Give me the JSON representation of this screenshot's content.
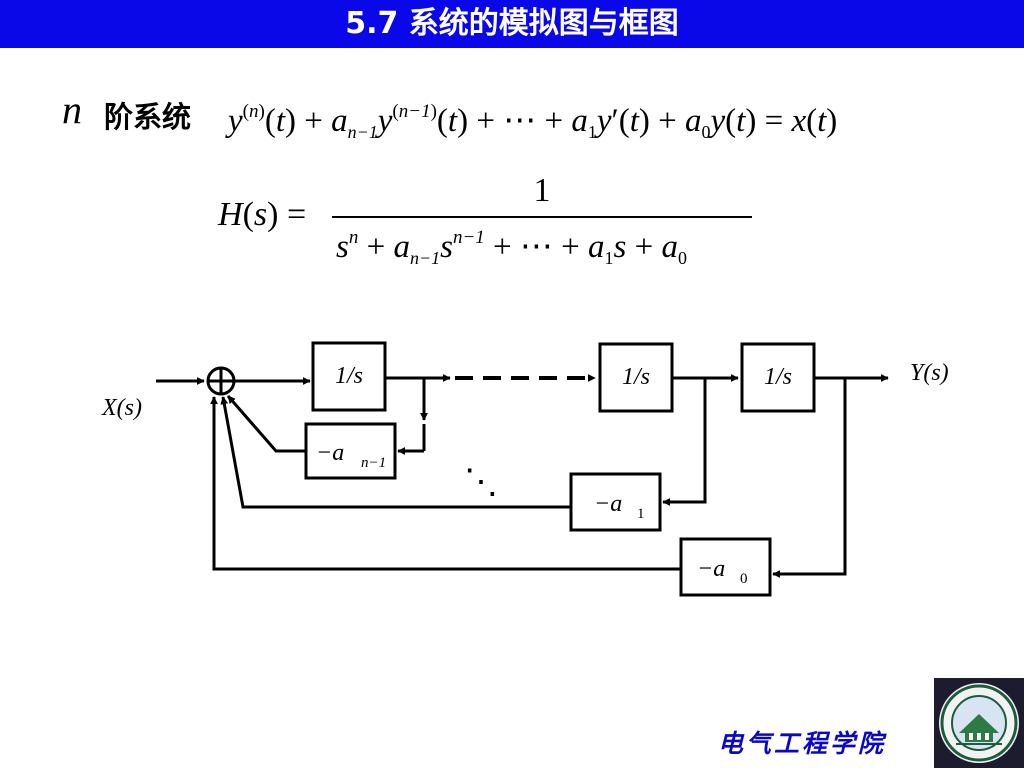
{
  "header": {
    "title": "5.7  系统的模拟图与框图"
  },
  "order_system": {
    "symbol": "n",
    "label": "阶系统"
  },
  "equation": {
    "y": "y",
    "t": "t",
    "n": "n",
    "n_minus_1": "n−1",
    "a": "a",
    "one": "1",
    "zero": "0",
    "x": "x",
    "plus": "+",
    "dots": "⋯",
    "equals": "=",
    "prime": "′"
  },
  "transfer_function": {
    "H": "H",
    "s": "s",
    "equals": "=",
    "numerator": "1",
    "a": "a",
    "n": "n",
    "n_minus_1": "n−1",
    "one": "1",
    "zero": "0",
    "plus": "+",
    "dots": "⋯"
  },
  "diagram": {
    "input_label": "X(s)",
    "output_label": "Y(s)",
    "summer_symbol": "⊕",
    "integrator_label": "1/s",
    "gain_labels": {
      "a_n_minus_1": "−a",
      "a_1": "−a",
      "a_0": "−a"
    },
    "gain_subscripts": {
      "a_n_minus_1": "n−1",
      "a_1": "1",
      "a_0": "0"
    },
    "ellipsis": "⋱"
  },
  "footer": {
    "department": "电气工程学院"
  },
  "colors": {
    "title_bar": "#0a08e8",
    "footer_text": "#0a08c8"
  }
}
